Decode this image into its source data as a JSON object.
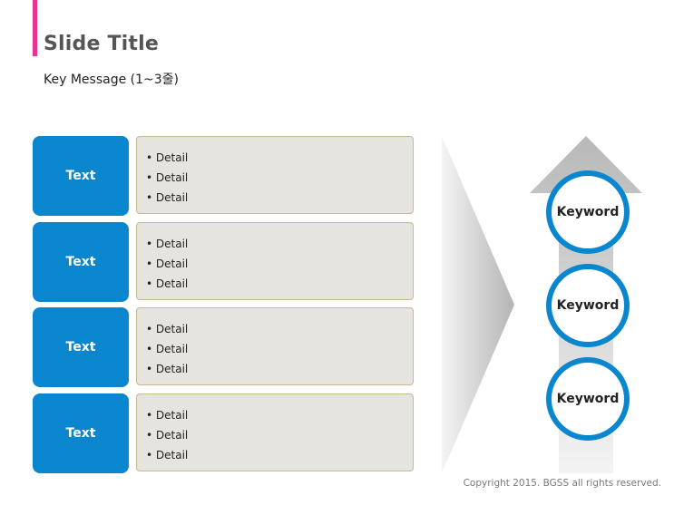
{
  "header": {
    "title": "Slide Title",
    "key_message": "Key Message (1~3줄)"
  },
  "rows": [
    {
      "label": "Text",
      "details": [
        "Detail",
        "Detail",
        "Detail"
      ]
    },
    {
      "label": "Text",
      "details": [
        "Detail",
        "Detail",
        "Detail"
      ]
    },
    {
      "label": "Text",
      "details": [
        "Detail",
        "Detail",
        "Detail"
      ]
    },
    {
      "label": "Text",
      "details": [
        "Detail",
        "Detail",
        "Detail"
      ]
    }
  ],
  "keywords": [
    "Keyword",
    "Keyword",
    "Keyword"
  ],
  "footer": {
    "copyright": "Copyright 2015. BGSS all rights reserved."
  },
  "colors": {
    "accent": "#e8338f",
    "primary_blue": "#0a86cf",
    "detail_fill": "#e6e4df",
    "detail_border": "#c9b88f"
  }
}
